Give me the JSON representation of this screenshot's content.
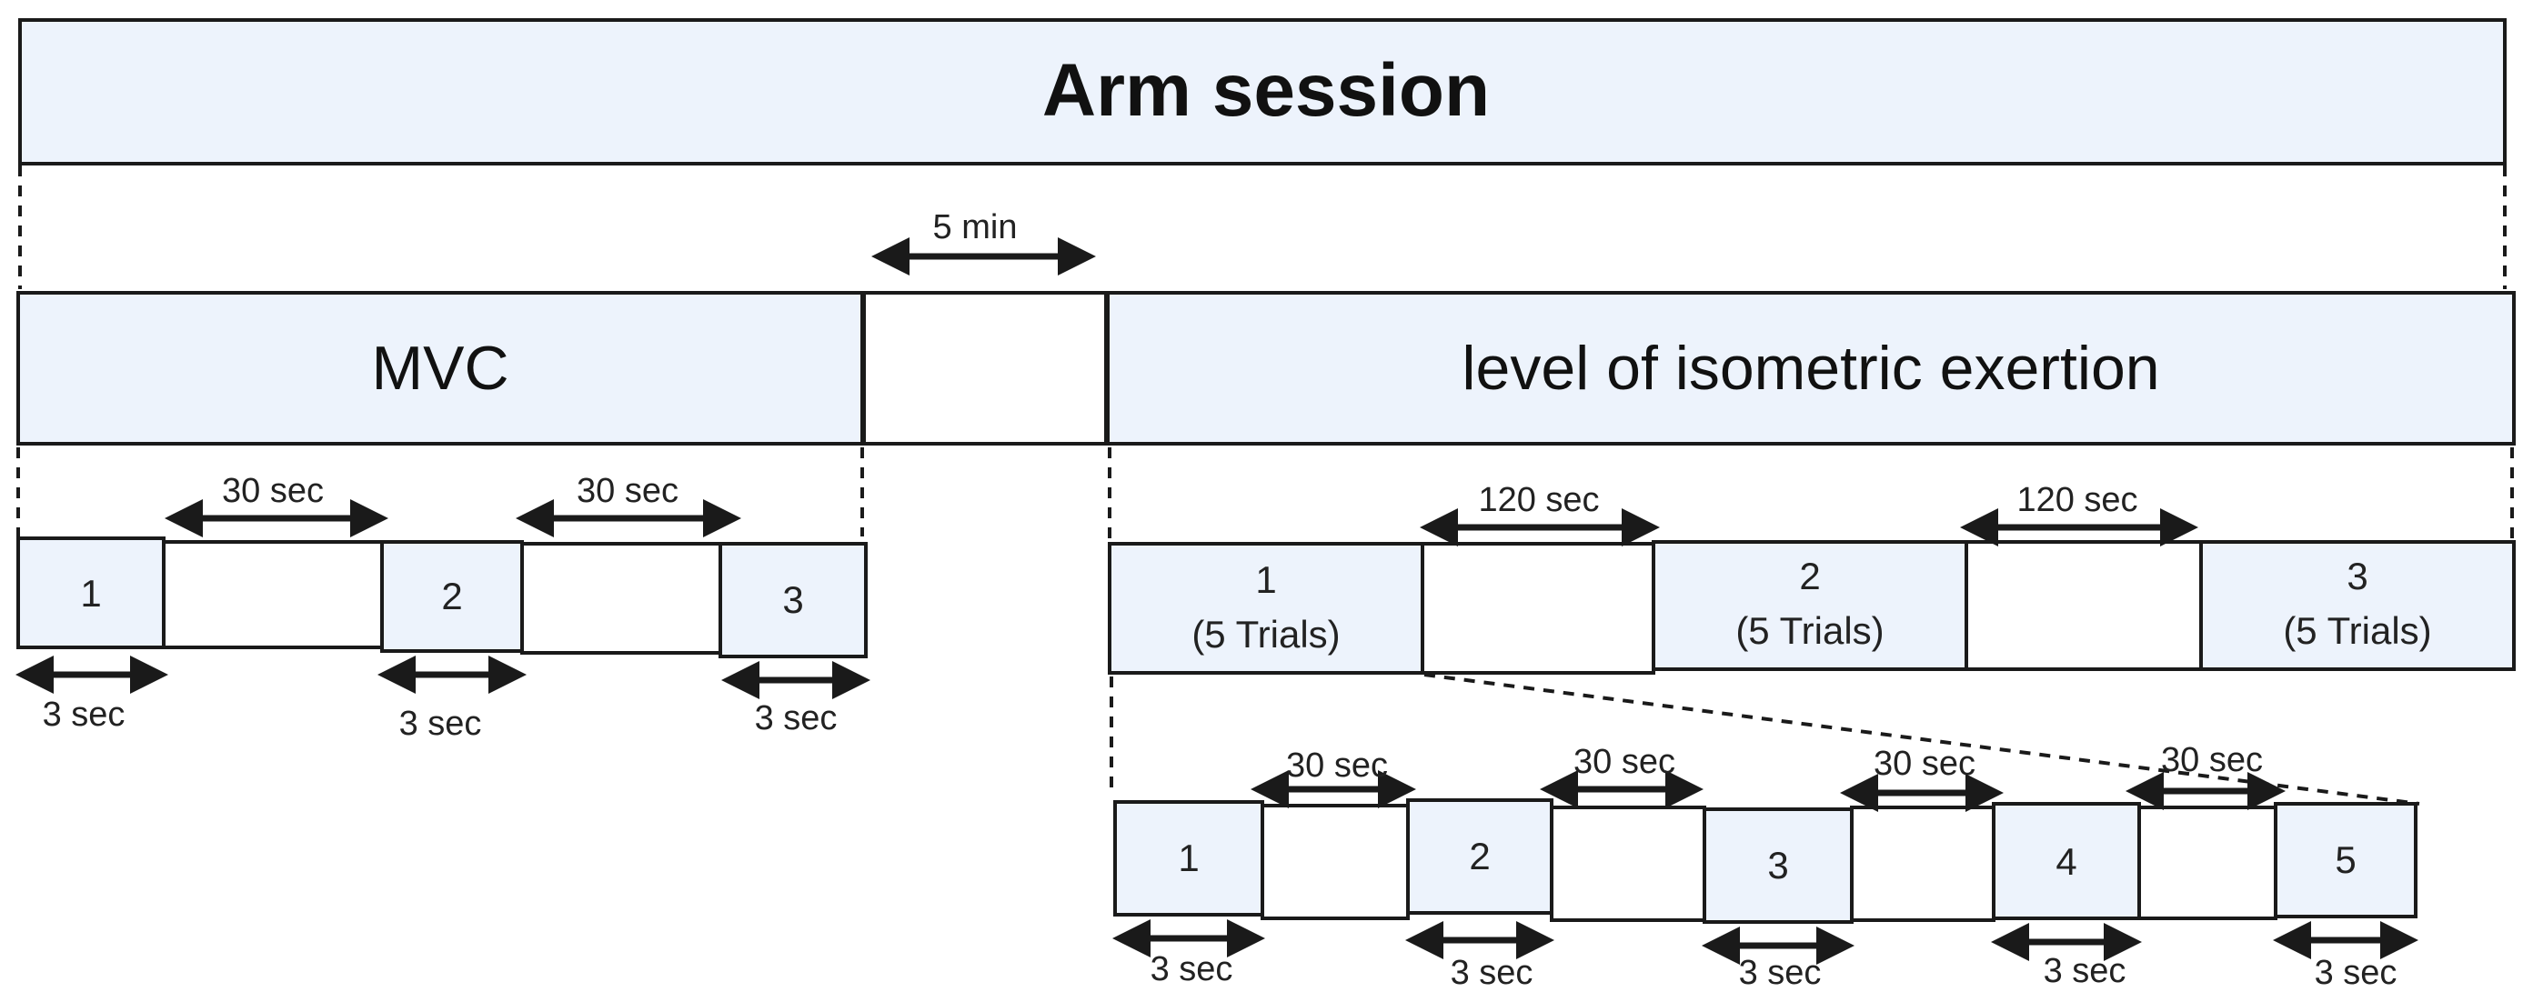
{
  "title": "Arm session",
  "rest_between_sections": "5 min",
  "mvc": {
    "label": "MVC",
    "trials": [
      "1",
      "2",
      "3"
    ],
    "trial_duration": "3 sec",
    "rest_duration": "30 sec"
  },
  "isometric": {
    "label": "level of isometric exertion",
    "blocks": [
      {
        "number": "1",
        "detail": "(5 Trials)"
      },
      {
        "number": "2",
        "detail": "(5 Trials)"
      },
      {
        "number": "3",
        "detail": "(5 Trials)"
      }
    ],
    "block_rest_duration": "120 sec",
    "sub_trials": [
      "1",
      "2",
      "3",
      "4",
      "5"
    ],
    "sub_trial_duration": "3 sec",
    "sub_rest_duration": "30 sec"
  },
  "colors": {
    "box_fill": "#edf3fc",
    "stroke": "#1a1a1a"
  }
}
